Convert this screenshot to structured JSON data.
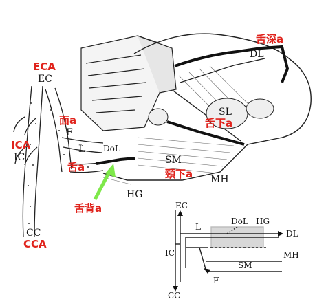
{
  "anatomy_labels": {
    "ec": "EC",
    "ic": "IC",
    "cc": "CC",
    "f": "F",
    "l": "L",
    "dol": "DoL",
    "sm": "SM",
    "mh": "MH",
    "hg": "HG",
    "sl": "SL",
    "dl": "DL"
  },
  "annotations": {
    "eca": "ECA",
    "ica": "ICA",
    "cca": "CCA",
    "face_a": "面a",
    "tongue_a": "舌a",
    "tongue_deep_a": "舌深a",
    "sublingual_a": "舌下a",
    "submental_a": "頸下a",
    "dorsal_lingual_a": "舌背a"
  },
  "schematic_labels": {
    "ec": "EC",
    "l": "L",
    "dol": "DoL",
    "hg": "HG",
    "dl": "DL",
    "ic": "IC",
    "mh": "MH",
    "sm": "SM",
    "f": "F",
    "cc": "CC"
  },
  "colors": {
    "annotation_red": "#e0231c",
    "arrow_green": "#7ee84a",
    "line_black": "#111111",
    "shaded_box": "#d8d8d8"
  }
}
